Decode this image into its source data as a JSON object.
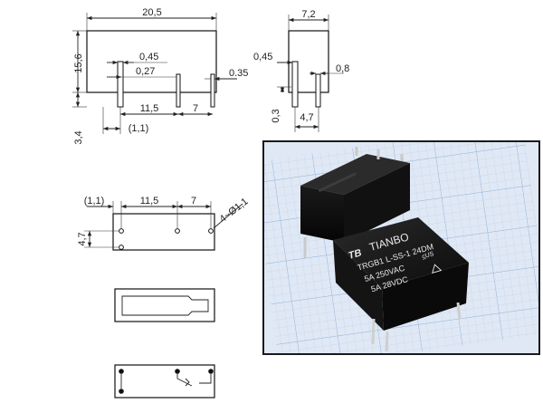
{
  "drawing": {
    "front_view": {
      "width": "20,5",
      "height": "15,6",
      "pin_width": "0,45",
      "pin_thickness_a": "0,27",
      "pin_thickness_b": "0.35",
      "pitch_a": "11,5",
      "pitch_b": "7",
      "offset": "(1,1)",
      "pin_length": "3,4"
    },
    "side_view": {
      "width": "7,2",
      "pin_width": "0,45",
      "pin_thick": "0,8",
      "pin_offset": "0,3",
      "pin_span": "4,7"
    },
    "pcb_layout": {
      "offset": "(1,1)",
      "pitch_a": "11,5",
      "pitch_b": "7",
      "hole": "4~Ø1,1",
      "row_span": "4,7"
    }
  },
  "photo": {
    "brand": "TIANBO",
    "model": "TRGB1 L-SS-1 24DM",
    "rating_ac": "5A  250VAC",
    "rating_dc": "5A  28VDC",
    "cert_mark": "c̲US",
    "logo_letters": "TB"
  }
}
